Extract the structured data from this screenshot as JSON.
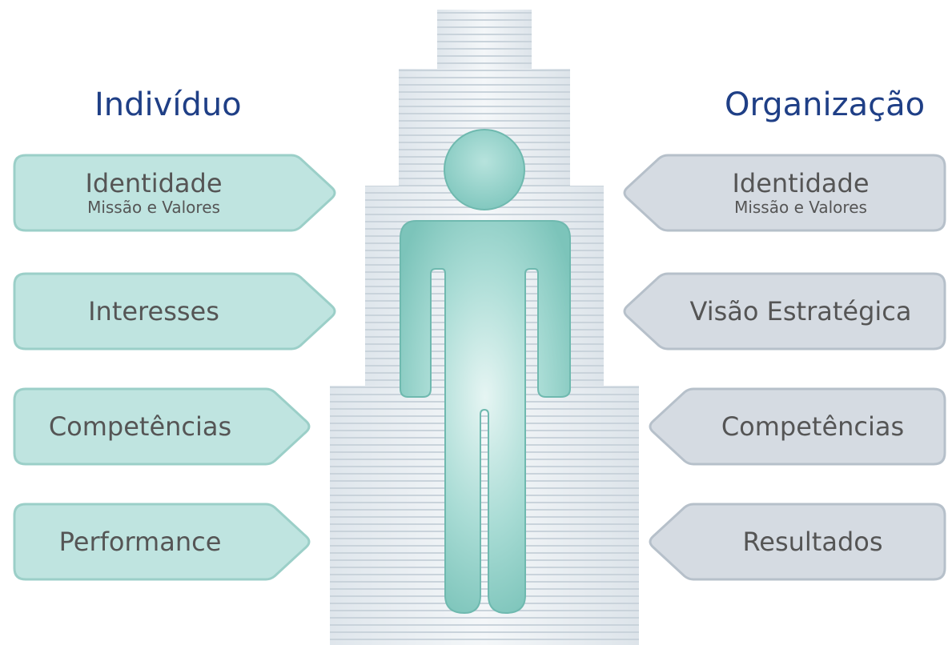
{
  "headings": {
    "left": "Indivíduo",
    "right": "Organização"
  },
  "individual": [
    {
      "main": "Identidade",
      "sub": "Missão e Valores"
    },
    {
      "main": "Interesses"
    },
    {
      "main": "Competências"
    },
    {
      "main": "Performance"
    }
  ],
  "organization": [
    {
      "main": "Identidade",
      "sub": "Missão e Valores"
    },
    {
      "main": "Visão Estratégica"
    },
    {
      "main": "Competências"
    },
    {
      "main": "Resultados"
    }
  ],
  "colors": {
    "heading": "#1f3f86",
    "individual_fill": "#bfe4e0",
    "organization_fill": "#d5dbe2",
    "figure": "#8fcfc7",
    "text": "#555555"
  }
}
